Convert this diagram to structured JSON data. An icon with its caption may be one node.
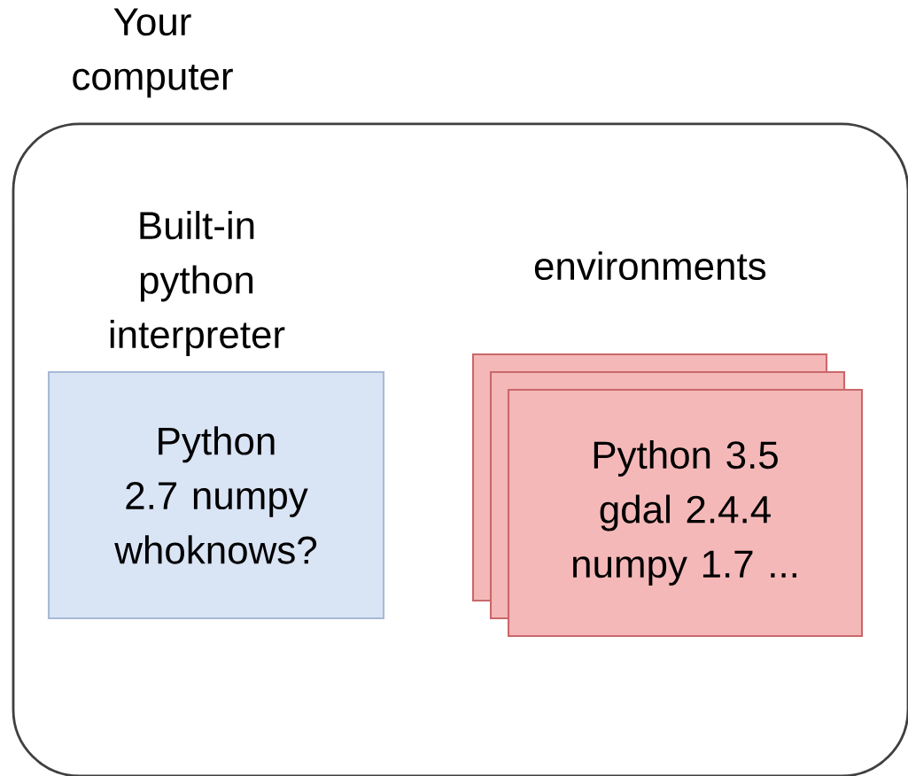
{
  "diagram": {
    "nodes": [
      {
        "text": [
          "Your computer"
        ]
      },
      {
        "text": [
          "Built-in python interpreter",
          "Python 2.7 numpy whoknows?"
        ],
        "in": 0
      },
      {
        "text": [
          "environments",
          "Python 3.5 gdal 2.4.4 numpy 1.7 ..."
        ],
        "in": 0
      }
    ]
  }
}
